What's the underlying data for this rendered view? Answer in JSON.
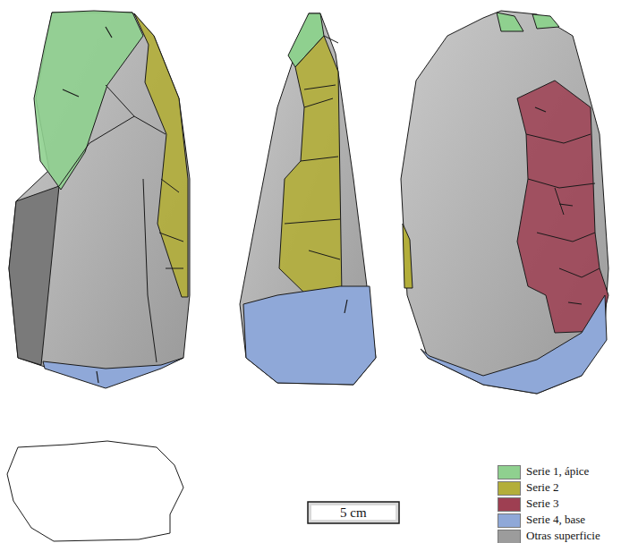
{
  "diagram": {
    "labels": [
      "5 cm"
    ],
    "legend": [
      {
        "text": "Serie 1, ápice",
        "color": "#8fd08f"
      },
      {
        "text": "Serie 2",
        "color": "#b3ae3a"
      },
      {
        "text": "Serie 3",
        "color": "#9e3f52"
      },
      {
        "text": "Serie 4, base",
        "color": "#8fa8d8"
      },
      {
        "text": "Otras superficie",
        "color": "#9c9c9c"
      }
    ]
  }
}
